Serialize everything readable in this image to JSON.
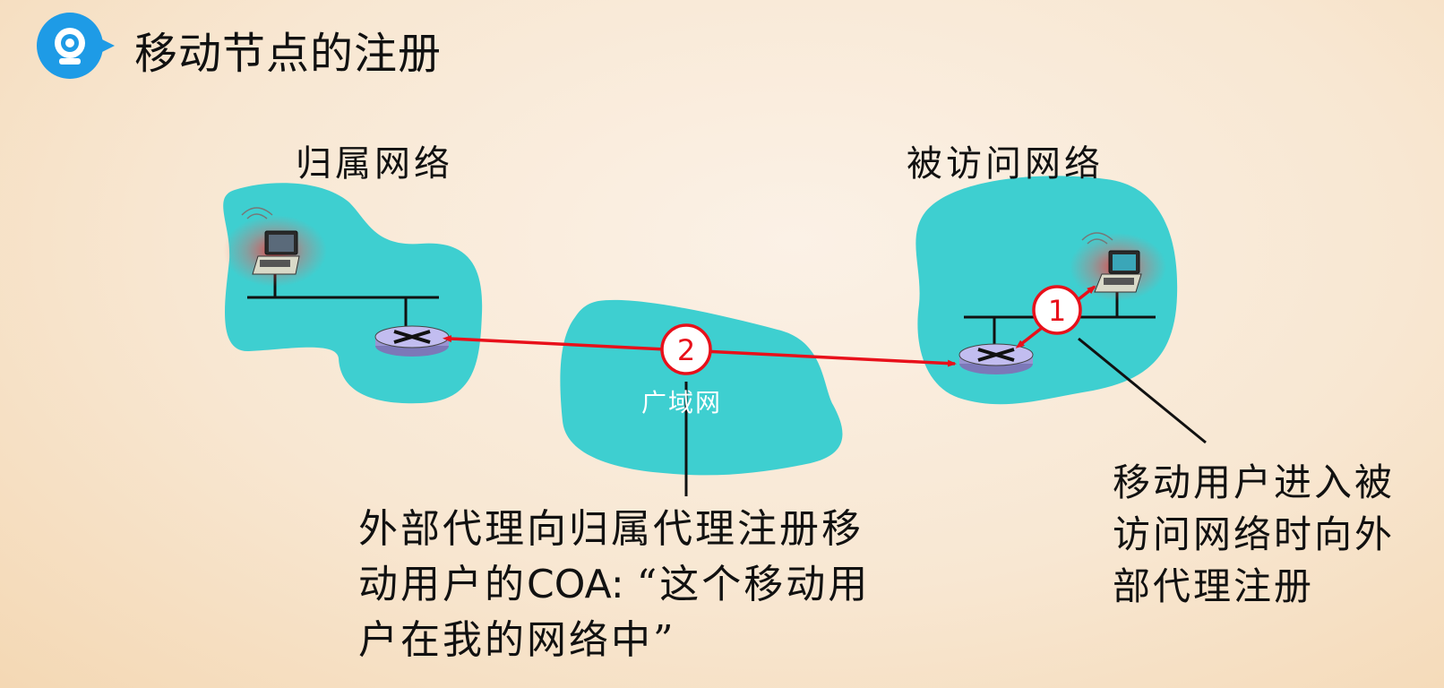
{
  "slide": {
    "title": "移动节点的注册",
    "title_icon": "webcam-icon"
  },
  "diagram": {
    "home_network_label": "归属网络",
    "visited_network_label": "被访问网络",
    "wan_label": "广域网",
    "step1_label": "1",
    "step2_label": "2",
    "caption_foreign_agent": {
      "line1": "外部代理向归属代理注册移",
      "line2a": "动用户的",
      "line2b": "COA: ",
      "line2c": "“这个移动用",
      "line3": "户在我的网络中”"
    },
    "caption_mobile_user": {
      "line1": "移动用户进入被",
      "line2": "访问网络时向外",
      "line3": "部代理注册"
    }
  },
  "colors": {
    "network_fill": "#3ecfd0",
    "arrow": "#e8101a",
    "router": "#b8b4e6",
    "title_icon": "#1e9be6"
  }
}
